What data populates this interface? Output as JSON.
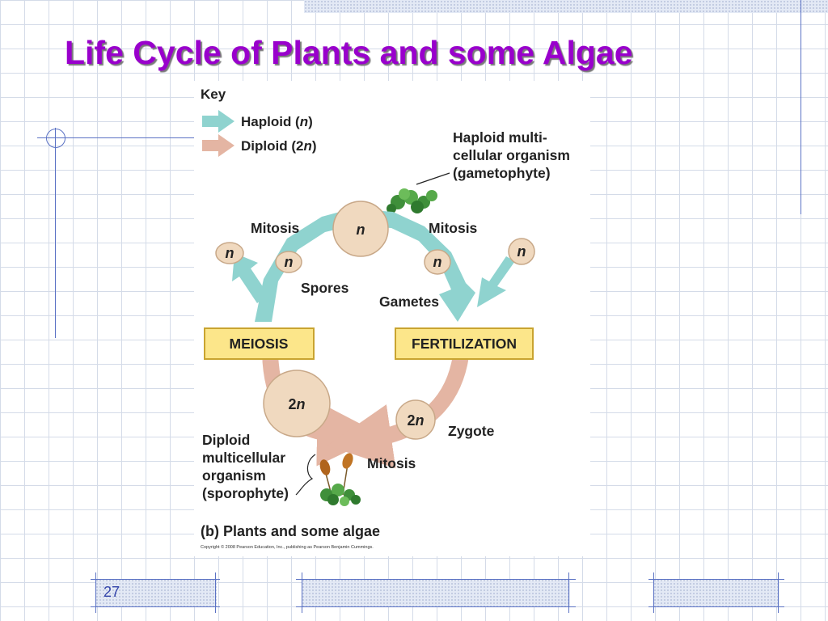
{
  "slide": {
    "title": "Life Cycle of Plants and some Algae",
    "page_number": "27"
  },
  "key": {
    "heading": "Key",
    "haploid": "Haploid (",
    "haploid_n": "n",
    "diploid": "Diploid (2",
    "diploid_n": "n",
    "close_paren": ")",
    "haploid_color": "#8fd3cf",
    "diploid_color": "#e4b5a3"
  },
  "diagram": {
    "gametophyte_label": [
      "Haploid multi-",
      "cellular organism",
      "(gametophyte)"
    ],
    "sporophyte_label": [
      "Diploid",
      "multicellular",
      "organism",
      "(sporophyte)"
    ],
    "mitosis_left": "Mitosis",
    "mitosis_right": "Mitosis",
    "mitosis_bottom": "Mitosis",
    "spores": "Spores",
    "gametes": "Gametes",
    "zygote": "Zygote",
    "meiosis": "MEIOSIS",
    "fertilization": "FERTILIZATION",
    "n": "n",
    "two": "2",
    "caption": "(b) Plants and some algae",
    "copyright": "Copyright © 2008 Pearson Education, Inc., publishing as Pearson Benjamin Cummings.",
    "cell_color": "#f0d9bf",
    "box_color": "#fce68a"
  }
}
